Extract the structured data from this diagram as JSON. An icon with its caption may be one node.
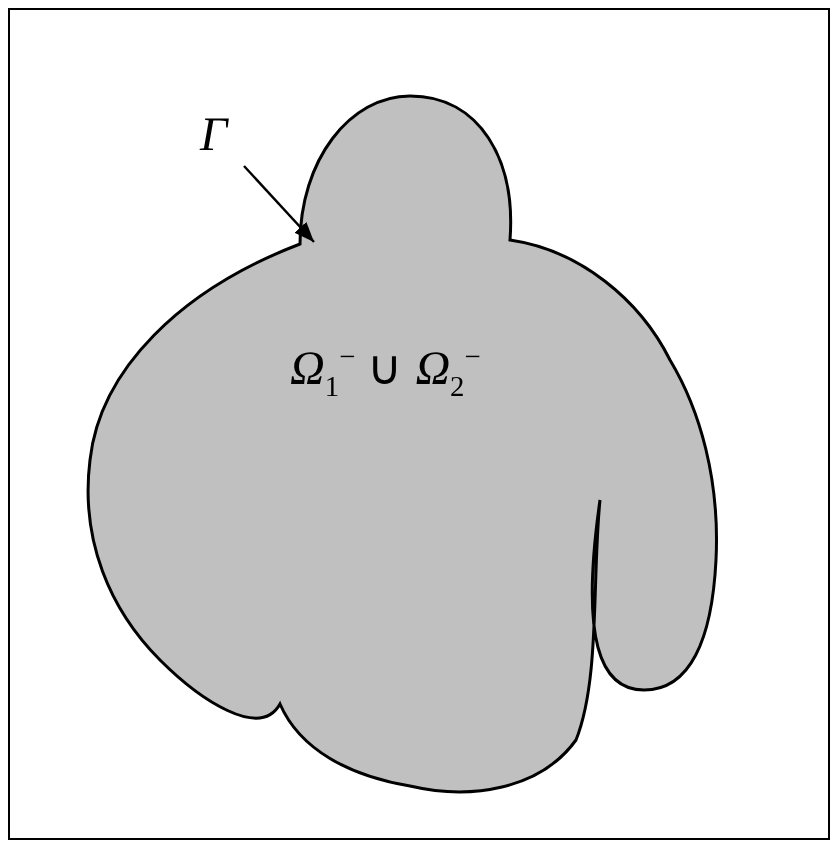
{
  "diagram": {
    "nodes": [
      {
        "text": [
          "*Ω*$_{1}$$^{−}$ ∪ *Ω*$_{2}$$^{−}$"
        ]
      },
      {
        "text": [
          "Γ"
        ]
      }
    ],
    "edges": [
      {
        "from": 1,
        "to": 0,
        "arrow": "to"
      }
    ]
  }
}
